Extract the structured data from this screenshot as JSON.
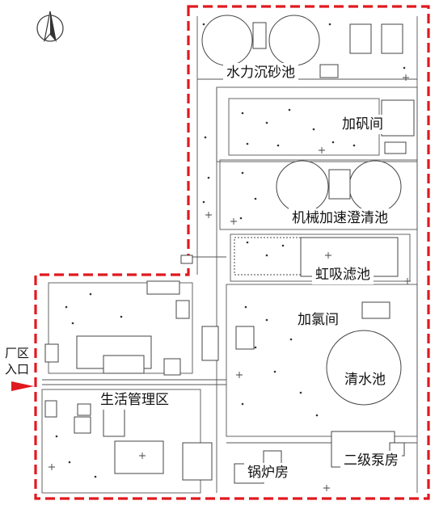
{
  "labels": {
    "grit_chamber": "水力沉砂池",
    "alum_room": "加矾间",
    "clarifier": "机械加速澄清池",
    "siphon_filter": "虹吸滤池",
    "chlorination_room": "加氯间",
    "clear_water_tank": "清水池",
    "living_area": "生活管理区",
    "boiler_room": "锅炉房",
    "pump_house": "二级泵房"
  },
  "entrance": {
    "line1": "厂区",
    "line2": "入口"
  },
  "colors": {
    "boundary": "#e0191f",
    "lines": "#555555",
    "arrow": "#e0191f"
  },
  "icons": {
    "north_arrow": "north-arrow-icon",
    "entrance_arrow": "entrance-arrow-icon"
  }
}
